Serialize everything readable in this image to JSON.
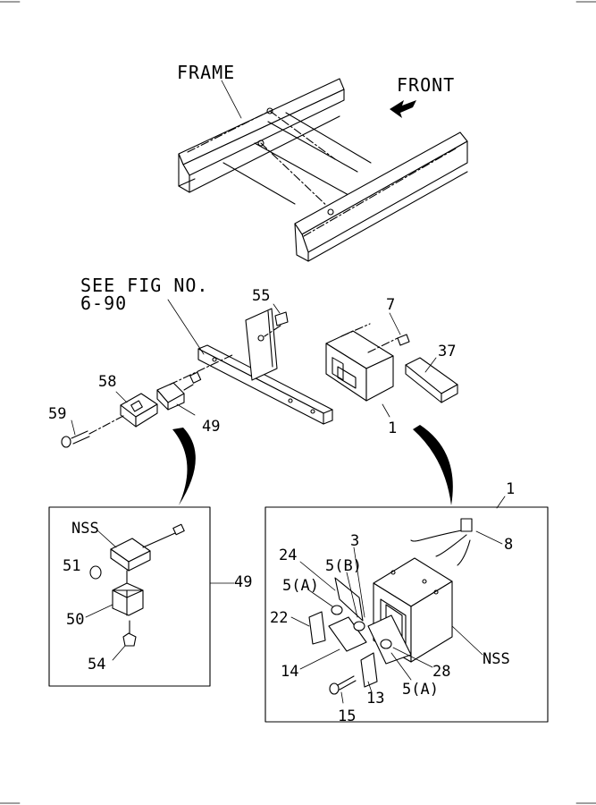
{
  "labels": {
    "frame": "FRAME",
    "front": "FRONT",
    "see_fig_line1": "SEE FIG NO.",
    "see_fig_line2": "6-90",
    "p55": "55",
    "p7": "7",
    "p37": "37",
    "p58": "58",
    "p59": "59",
    "p49": "49",
    "p1": "1",
    "box_left_49": "49",
    "nss_left": "NSS",
    "p51": "51",
    "p50": "50",
    "p54": "54",
    "box_right_1": "1",
    "p8": "8",
    "p3": "3",
    "p24": "24",
    "p5b": "5(B)",
    "p5a_top": "5(A)",
    "p22": "22",
    "p14": "14",
    "p13": "13",
    "p15": "15",
    "p28": "28",
    "p5a_bottom": "5(A)",
    "nss_right": "NSS"
  }
}
